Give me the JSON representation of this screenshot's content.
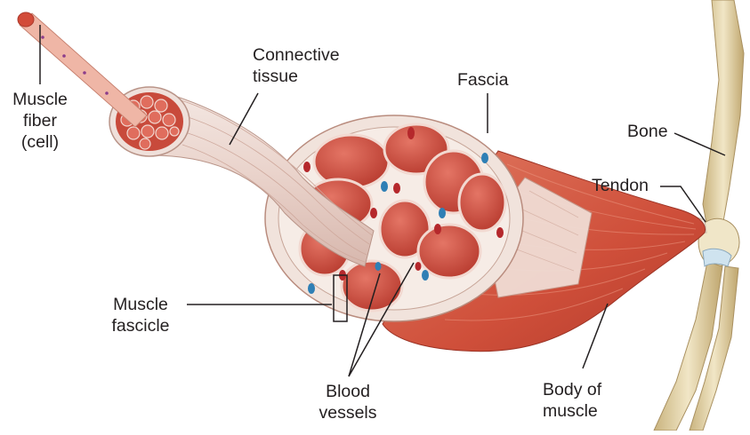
{
  "labels": {
    "muscle_fiber": "Muscle\nfiber\n(cell)",
    "connective_tissue": "Connective\ntissue",
    "fascia": "Fascia",
    "bone": "Bone",
    "tendon": "Tendon",
    "muscle_fascicle": "Muscle\nfascicle",
    "blood_vessels": "Blood\nvessels",
    "body_of_muscle": "Body of\nmuscle"
  },
  "colors": {
    "muscle_red": "#d0523d",
    "muscle_light": "#e8917a",
    "sheath": "#efe0da",
    "fiber_red": "#c84a3b",
    "bone": "#e4d3a6",
    "vessel_red": "#b5282c",
    "vessel_blue": "#2f7fb5",
    "leader_line": "#231f20"
  }
}
